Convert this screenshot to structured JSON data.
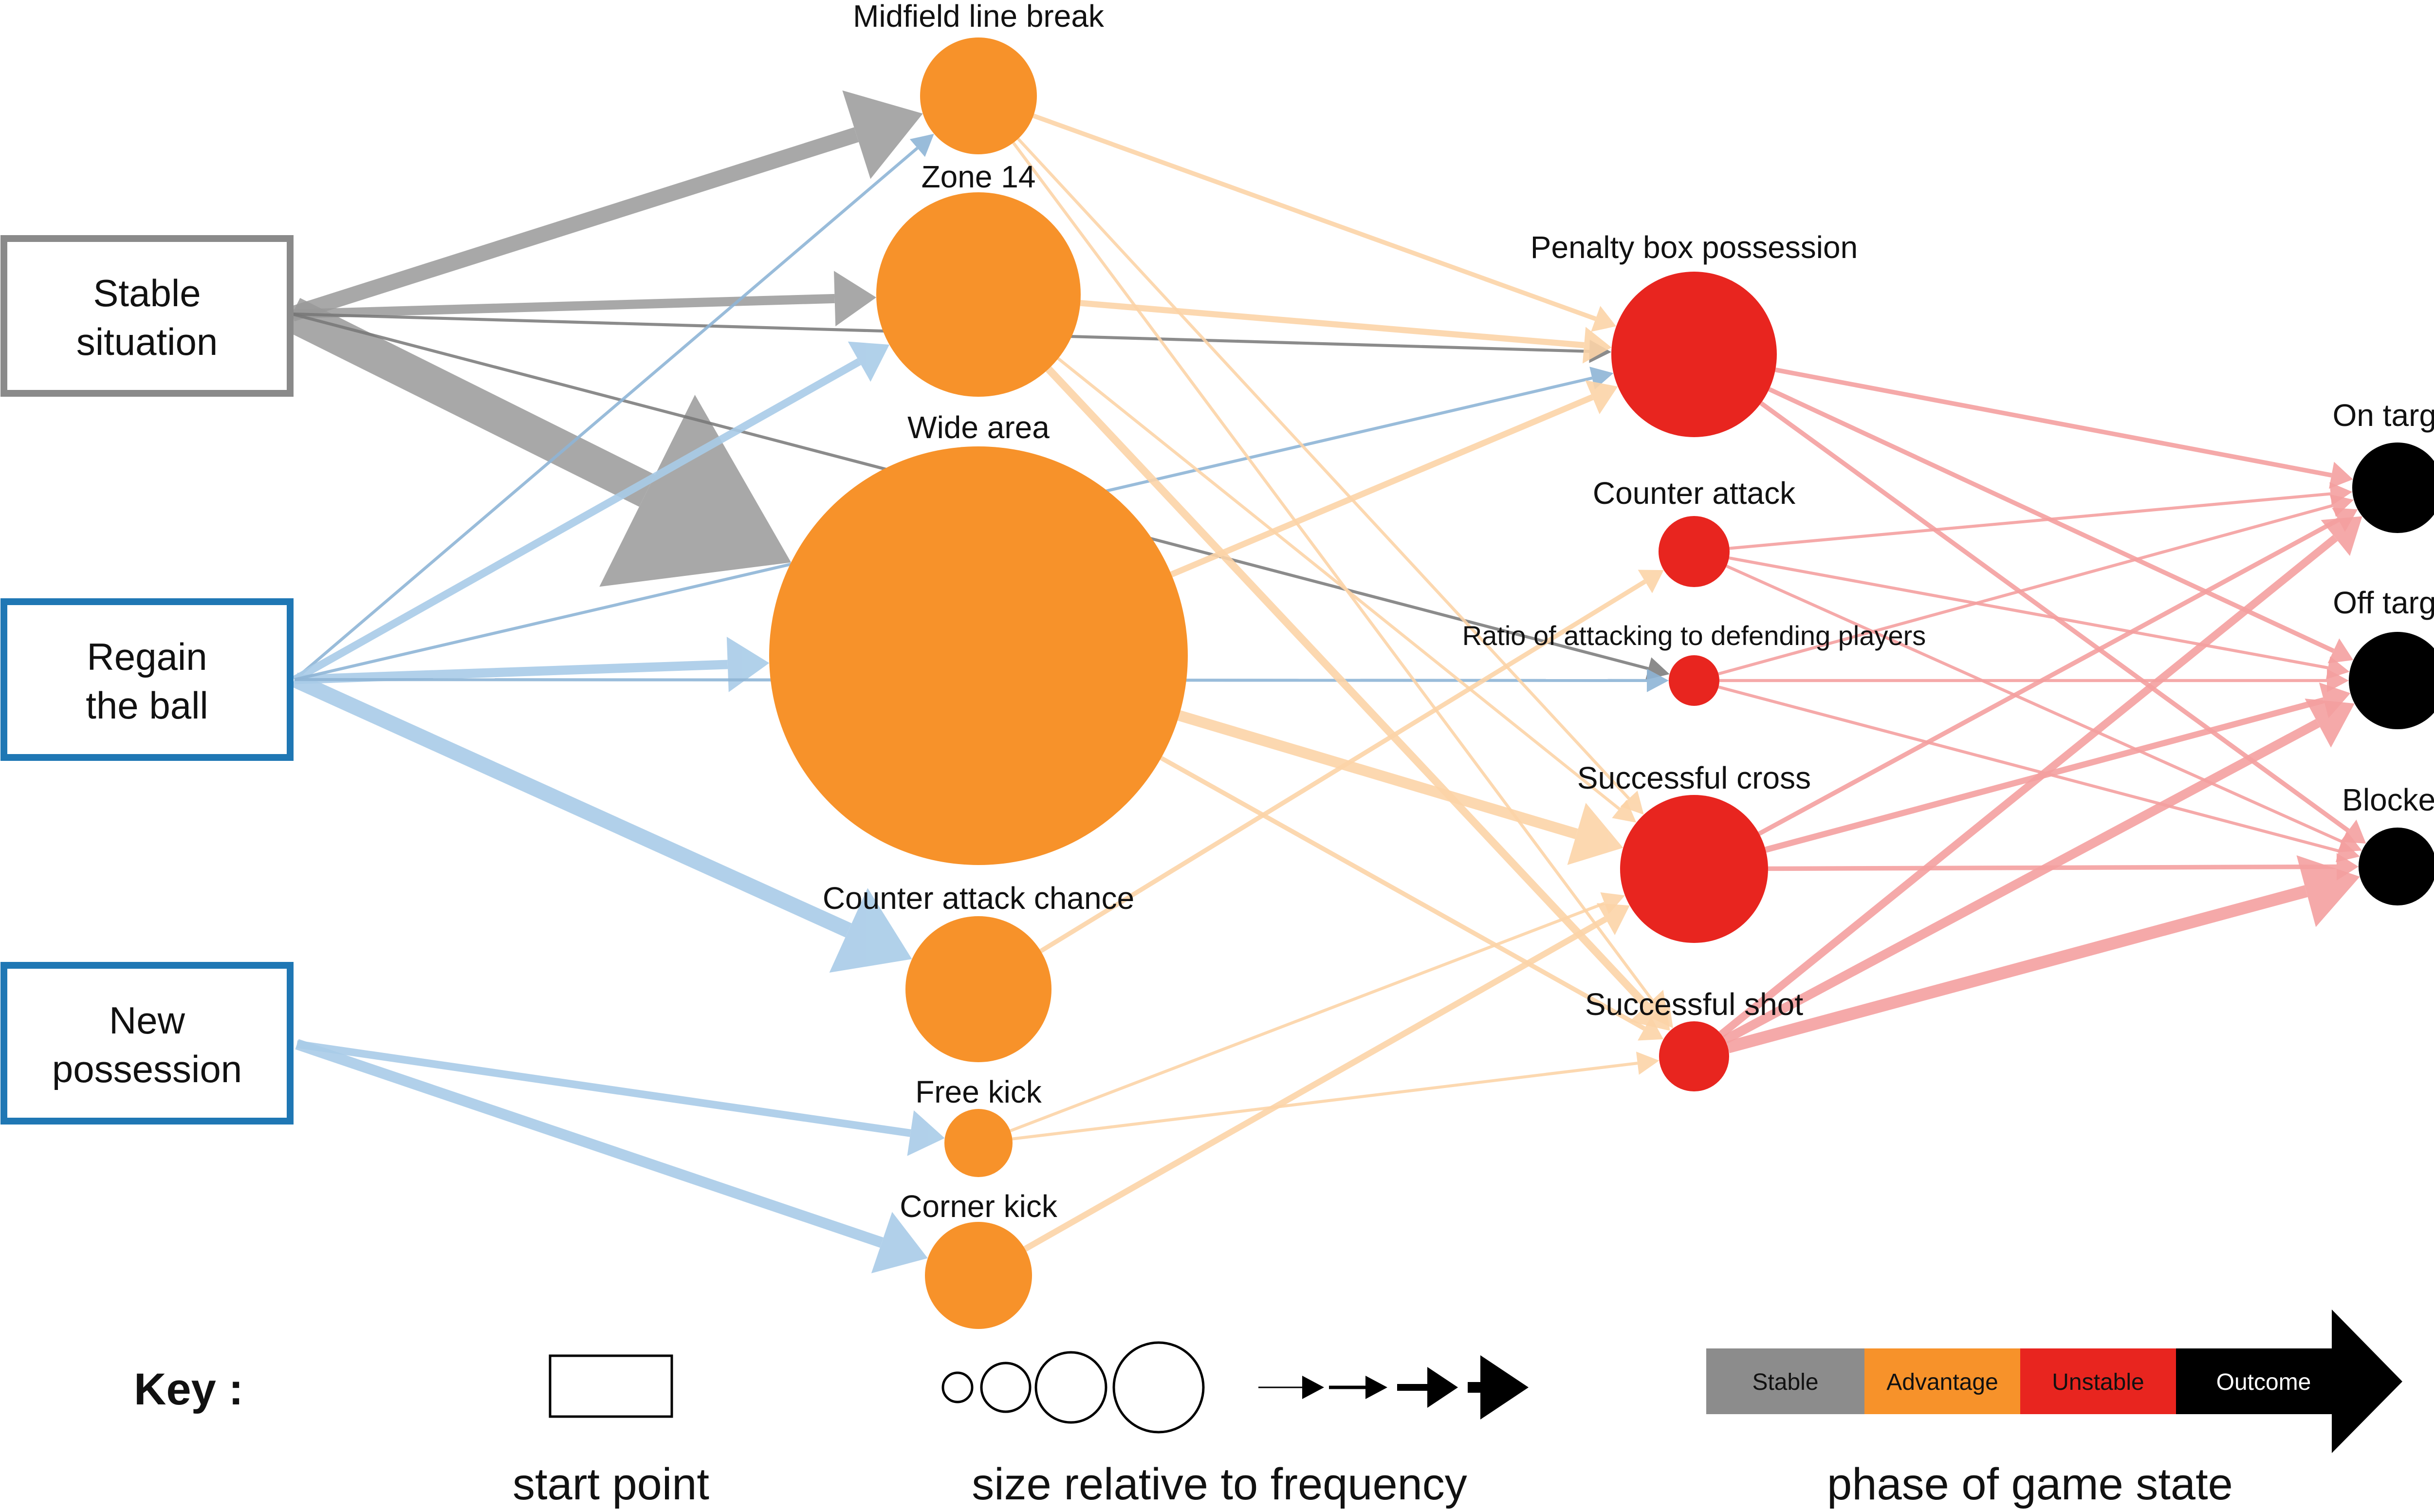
{
  "start_nodes": [
    {
      "id": "stable",
      "lines": [
        "Stable",
        "situation"
      ],
      "color": "#8a8a8a"
    },
    {
      "id": "regain",
      "lines": [
        "Regain",
        "the ball"
      ],
      "color": "#1f77b4"
    },
    {
      "id": "newpos",
      "lines": [
        "New",
        "possession"
      ],
      "color": "#1f77b4"
    }
  ],
  "advantage_nodes": [
    {
      "id": "midfield",
      "label": "Midfield line break",
      "color": "#f7922a"
    },
    {
      "id": "zone14",
      "label": "Zone 14",
      "color": "#f7922a"
    },
    {
      "id": "wide",
      "label": "Wide area",
      "color": "#f7922a"
    },
    {
      "id": "counter_chance",
      "label": "Counter attack chance",
      "color": "#f7922a"
    },
    {
      "id": "freekick",
      "label": "Free kick",
      "color": "#f7922a"
    },
    {
      "id": "corner",
      "label": "Corner kick",
      "color": "#f7922a"
    }
  ],
  "unstable_nodes": [
    {
      "id": "penbox",
      "label": "Penalty box possession",
      "color": "#e8251f"
    },
    {
      "id": "counter",
      "label": "Counter attack",
      "color": "#e8251f"
    },
    {
      "id": "ratio",
      "label": "Ratio of attacking to defending players",
      "color": "#e8251f"
    },
    {
      "id": "cross",
      "label": "Successful cross",
      "color": "#e8251f"
    },
    {
      "id": "shot",
      "label": "Successful shot",
      "color": "#e8251f"
    }
  ],
  "outcome_nodes": [
    {
      "id": "ontarget",
      "label": "On target",
      "color": "#000000"
    },
    {
      "id": "offtarget",
      "label": "Off target",
      "color": "#000000"
    },
    {
      "id": "blocked",
      "label": "Blocked",
      "color": "#000000"
    }
  ],
  "edge_colors": {
    "stable": "#999999",
    "regain": "#a9cce8",
    "newpos": "#a9cce8",
    "advantage": "#fcd4a8",
    "unstable": "#f4a0a0",
    "thin_blue": "#8fb5d6",
    "thin_gray": "#777777"
  },
  "edges": [
    {
      "from": "stable",
      "to": "midfield",
      "weight": 9
    },
    {
      "from": "stable",
      "to": "zone14",
      "weight": 5
    },
    {
      "from": "stable",
      "to": "wide",
      "weight": 22
    },
    {
      "from": "stable",
      "to": "penbox",
      "weight": 1
    },
    {
      "from": "stable",
      "to": "ratio",
      "weight": 1
    },
    {
      "from": "regain",
      "to": "midfield",
      "weight": 1
    },
    {
      "from": "regain",
      "to": "zone14",
      "weight": 4
    },
    {
      "from": "regain",
      "to": "wide",
      "weight": 5
    },
    {
      "from": "regain",
      "to": "counter_chance",
      "weight": 9
    },
    {
      "from": "regain",
      "to": "penbox",
      "weight": 1
    },
    {
      "from": "regain",
      "to": "ratio",
      "weight": 1
    },
    {
      "from": "newpos",
      "to": "freekick",
      "weight": 4
    },
    {
      "from": "newpos",
      "to": "corner",
      "weight": 6
    },
    {
      "from": "midfield",
      "to": "penbox",
      "weight": 2
    },
    {
      "from": "midfield",
      "to": "cross",
      "weight": 1
    },
    {
      "from": "midfield",
      "to": "shot",
      "weight": 1
    },
    {
      "from": "zone14",
      "to": "penbox",
      "weight": 3
    },
    {
      "from": "zone14",
      "to": "shot",
      "weight": 4
    },
    {
      "from": "zone14",
      "to": "cross",
      "weight": 1
    },
    {
      "from": "wide",
      "to": "penbox",
      "weight": 3
    },
    {
      "from": "wide",
      "to": "cross",
      "weight": 6
    },
    {
      "from": "wide",
      "to": "shot",
      "weight": 2
    },
    {
      "from": "counter_chance",
      "to": "counter",
      "weight": 2
    },
    {
      "from": "freekick",
      "to": "cross",
      "weight": 1
    },
    {
      "from": "freekick",
      "to": "shot",
      "weight": 1
    },
    {
      "from": "corner",
      "to": "cross",
      "weight": 3
    },
    {
      "from": "penbox",
      "to": "ontarget",
      "weight": 2
    },
    {
      "from": "penbox",
      "to": "offtarget",
      "weight": 2
    },
    {
      "from": "penbox",
      "to": "blocked",
      "weight": 2
    },
    {
      "from": "counter",
      "to": "ontarget",
      "weight": 1
    },
    {
      "from": "counter",
      "to": "offtarget",
      "weight": 1
    },
    {
      "from": "counter",
      "to": "blocked",
      "weight": 1
    },
    {
      "from": "ratio",
      "to": "ontarget",
      "weight": 1
    },
    {
      "from": "ratio",
      "to": "offtarget",
      "weight": 1
    },
    {
      "from": "ratio",
      "to": "blocked",
      "weight": 1
    },
    {
      "from": "cross",
      "to": "ontarget",
      "weight": 2
    },
    {
      "from": "cross",
      "to": "offtarget",
      "weight": 3
    },
    {
      "from": "cross",
      "to": "blocked",
      "weight": 2
    },
    {
      "from": "shot",
      "to": "ontarget",
      "weight": 4
    },
    {
      "from": "shot",
      "to": "offtarget",
      "weight": 5
    },
    {
      "from": "shot",
      "to": "blocked",
      "weight": 7
    }
  ],
  "key": {
    "title": "Key :",
    "start_caption": "start point",
    "size_caption": "size relative to frequency",
    "phase_caption": "phase of game state",
    "phases": [
      {
        "label": "Stable",
        "color": "#8c8c8c"
      },
      {
        "label": "Advantage",
        "color": "#f7922a"
      },
      {
        "label": "Unstable",
        "color": "#e8251f"
      },
      {
        "label": "Outcome",
        "color": "#000000"
      }
    ]
  }
}
